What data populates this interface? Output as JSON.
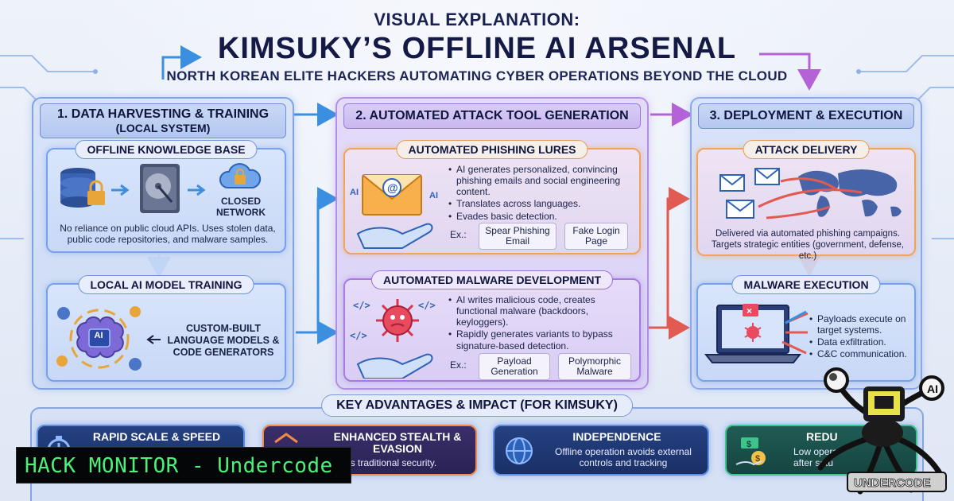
{
  "header": {
    "kicker": "VISUAL EXPLANATION:",
    "title": "KIMSUKY’S OFFLINE AI ARSENAL",
    "subtitle": "NORTH KOREAN ELITE HACKERS AUTOMATING CYBER OPERATIONS BEYOND THE CLOUD"
  },
  "columns": [
    {
      "title": "1. DATA HARVESTING & TRAINING",
      "subtitle": "(LOCAL SYSTEM)",
      "cards": [
        {
          "title": "OFFLINE KNOWLEDGE BASE",
          "icon_label": "CLOSED NETWORK",
          "text": "No reliance on public cloud APIs. Uses stolen data, public code repositories, and malware samples."
        },
        {
          "title": "LOCAL AI MODEL TRAINING",
          "text": "CUSTOM-BUILT LANGUAGE MODELS & CODE GENERATORS",
          "chip_label": "AI"
        }
      ]
    },
    {
      "title": "2. AUTOMATED ATTACK TOOL GENERATION",
      "cards": [
        {
          "title": "AUTOMATED PHISHING LURES",
          "icon_label_left": "AI",
          "icon_label_right": "AI",
          "bullets": [
            "AI generates personalized, convincing phishing emails and social engineering content.",
            "Translates across languages.",
            "Evades basic detection."
          ],
          "eg_label": "Ex.:",
          "examples": [
            "Spear Phishing Email",
            "Fake Login Page"
          ]
        },
        {
          "title": "AUTOMATED MALWARE DEVELOPMENT",
          "bullets": [
            "AI writes malicious code, creates functional malware (backdoors, keyloggers).",
            "Rapidly generates variants to bypass signature-based detection."
          ],
          "eg_label": "Ex.:",
          "examples": [
            "Payload Generation",
            "Polymorphic Malware"
          ]
        }
      ]
    },
    {
      "title": "3. DEPLOYMENT & EXECUTION",
      "cards": [
        {
          "title": "ATTACK DELIVERY",
          "text": "Delivered via automated phishing campaigns. Targets strategic entities (government, defense, etc.)"
        },
        {
          "title": "MALWARE EXECUTION",
          "bullets": [
            "Payloads execute on target systems.",
            "Data exfiltration.",
            "C&C communication."
          ]
        }
      ]
    }
  ],
  "key": {
    "title": "KEY ADVANTAGES & IMPACT (FOR KIMSUKY)",
    "items": [
      {
        "title": "RAPID SCALE & SPEED",
        "desc": ""
      },
      {
        "title": "ENHANCED STEALTH & EVASION",
        "desc": "ses traditional security."
      },
      {
        "title": "INDEPENDENCE",
        "desc": "Offline operation avoids external controls and tracking"
      },
      {
        "title": "REDU",
        "desc": "Low opera\nafter setu"
      }
    ]
  },
  "watermark": {
    "text": "HACK MONITOR - Undercode"
  },
  "logo": {
    "text": "UNDERCODE"
  },
  "colors": {
    "navy": "#141a45",
    "blue_border": "#77a1ea",
    "purple_border": "#a77ae0",
    "orange_border": "#f0a35a",
    "arrow_blue": "#3b8fe0",
    "arrow_red": "#e25b52",
    "terminal_green": "#4cf07a"
  }
}
